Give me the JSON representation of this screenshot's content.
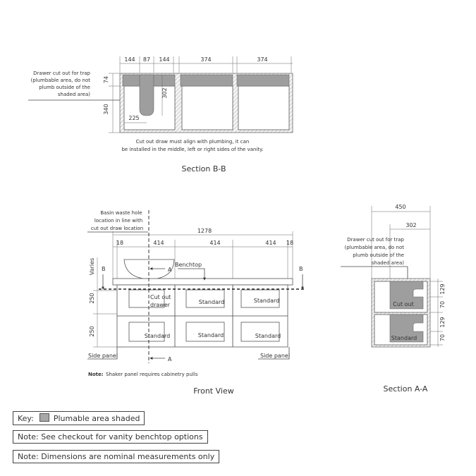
{
  "section_bb": {
    "title": "Section B-B",
    "dims_top": [
      "144",
      "87",
      "144",
      "374",
      "374"
    ],
    "dim_74": "74",
    "dim_340": "340",
    "dim_302": "302",
    "dim_225": "225",
    "callout": [
      "Drawer cut out for trap",
      "(plumbable area, do not",
      "plumb outside of the",
      "shaded area)"
    ],
    "note": [
      "Cut out draw must align with plumbing, it can",
      "be installed  in the middle, left or right sides of the vanity."
    ]
  },
  "front_view": {
    "title": "Front View",
    "basin_callout": [
      "Basin waste hole",
      "location in line with",
      "cut out draw location"
    ],
    "dim_total": "1278",
    "dims_top": [
      "18",
      "414",
      "414",
      "414",
      "18"
    ],
    "label_varies": "Varies",
    "dim_250_top": "250",
    "dim_250_bottom": "250",
    "benchtop_label": "Benchtop",
    "section_marker_b": "B",
    "section_marker_a": "A",
    "drawer_labels_top": [
      "Cut out",
      "drawer",
      "Standard",
      "Standard"
    ],
    "drawer_labels_bottom": [
      "Standard",
      "Standard",
      "Standard"
    ],
    "side_panel_left": "Side panel",
    "side_panel_right": "Side panel",
    "note_bold": "Note:",
    "note_text": "Shaker panel requires cabinetry pulls"
  },
  "section_aa": {
    "title": "Section A-A",
    "dim_450": "450",
    "dim_302": "302",
    "callout": [
      "Drawer cut out for trap",
      "(plumbable area, do not",
      "plumb outside of the",
      "shaded area)"
    ],
    "dims_right": [
      "129",
      "70",
      "129",
      "70"
    ],
    "label_cut_out": "Cut out",
    "label_standard": "Standard"
  },
  "notes": {
    "key_label": "Key:",
    "key_text": "Plumable area shaded",
    "note1": "Note: See checkout for vanity benchtop options",
    "note2": "Note: Dimensions are nominal measurements only"
  },
  "colors": {
    "shade": "#9e9e9e",
    "line": "#444444"
  }
}
